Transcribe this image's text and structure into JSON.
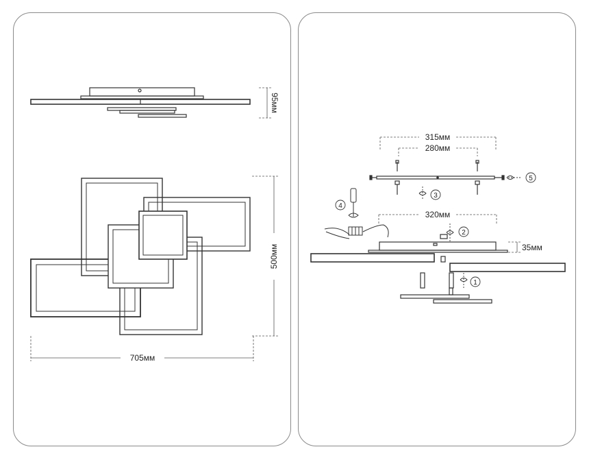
{
  "left_panel": {
    "height_side": "95мм",
    "height_top": "500мм",
    "width_top": "705мм"
  },
  "right_panel": {
    "dim_outer_mount": "315мм",
    "dim_inner_mount": "280мм",
    "dim_body": "320мм",
    "dim_body_height": "35мм",
    "steps": [
      "1",
      "2",
      "3",
      "4",
      "5"
    ]
  },
  "colors": {
    "line": "#333333",
    "panel_border": "#8a8a8a"
  }
}
